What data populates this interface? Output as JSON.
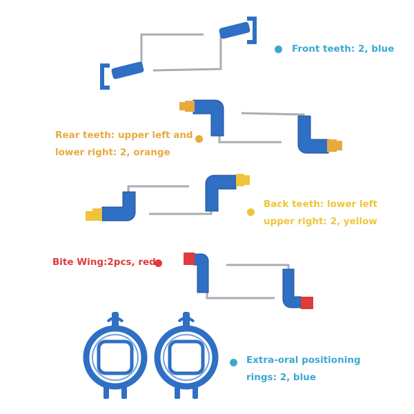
{
  "colors": {
    "blue": "#2f6fc4",
    "blue_dark": "#1f4f98",
    "steel": "#a9adb3",
    "orange": "#e7aa3d",
    "yellow": "#efc43a",
    "red": "#df3b3b",
    "front_dot": "#3aa9d2"
  },
  "labels": {
    "front": {
      "text": "Front teeth: 2, blue"
    },
    "rear": {
      "line1": "Rear teeth: upper left and",
      "line2": "lower right: 2, orange"
    },
    "back": {
      "line1": "Back teeth: lower left",
      "line2": "upper right: 2, yellow"
    },
    "bite": {
      "text": "Bite Wing:2pcs, red"
    },
    "rings": {
      "line1": "Extra-oral positioning",
      "line2": "rings: 2, blue"
    }
  }
}
